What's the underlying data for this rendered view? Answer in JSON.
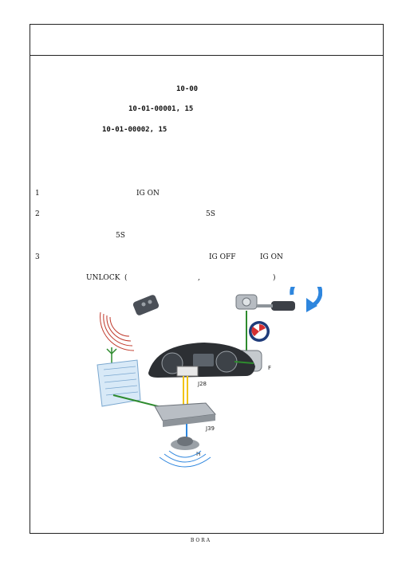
{
  "doc": {
    "code_main": "10-00",
    "code_1": "10-01-00001, 15",
    "code_2": "10-01-00002, 15",
    "footer": "BORA"
  },
  "steps": [
    {
      "num": "1",
      "text": "IG ON"
    },
    {
      "num": "2",
      "text": "5S",
      "cont": "5S"
    },
    {
      "num": "3",
      "text_a": "IG OFF",
      "text_b": "IG ON",
      "cont": "UNLOCK",
      "paren_open": "(",
      "comma": ",",
      "paren_close": ")"
    }
  ],
  "diagram": {
    "label_j28": "J28",
    "label_j39": "J39",
    "label_f": "F",
    "label_h": "H"
  }
}
